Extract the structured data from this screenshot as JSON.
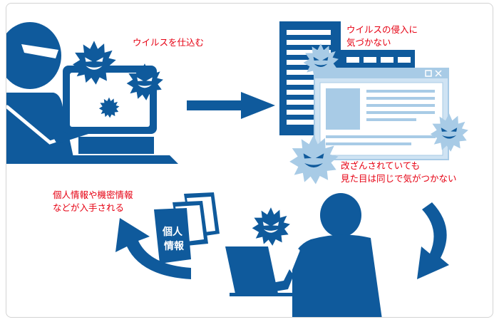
{
  "captions": {
    "infect": "ウイルスを仕込む",
    "intrusion_line1": "ウイルスの侵入に",
    "intrusion_line2": "気づかない",
    "tampered_line1": "改ざんされていても",
    "tampered_line2": "見た目は同じで気がつかない",
    "leak_line1": "個人情報や機密情報",
    "leak_line2": "などが入手される"
  },
  "document_label": {
    "line1": "個人",
    "line2": "情報"
  },
  "colors": {
    "primary": "#0f5a9c",
    "light_blue": "#a8cbe6",
    "pale_blue": "#cfe3f3",
    "caption_red": "#e60012",
    "frame_border": "#d3d3d3"
  },
  "icons": [
    "attacker-silhouette-icon",
    "virus-icon",
    "laptop-icon",
    "web-server-icon",
    "browser-window-icon",
    "user-silhouette-icon",
    "document-pages-icon",
    "arrow-right-icon",
    "curved-arrow-icon"
  ]
}
